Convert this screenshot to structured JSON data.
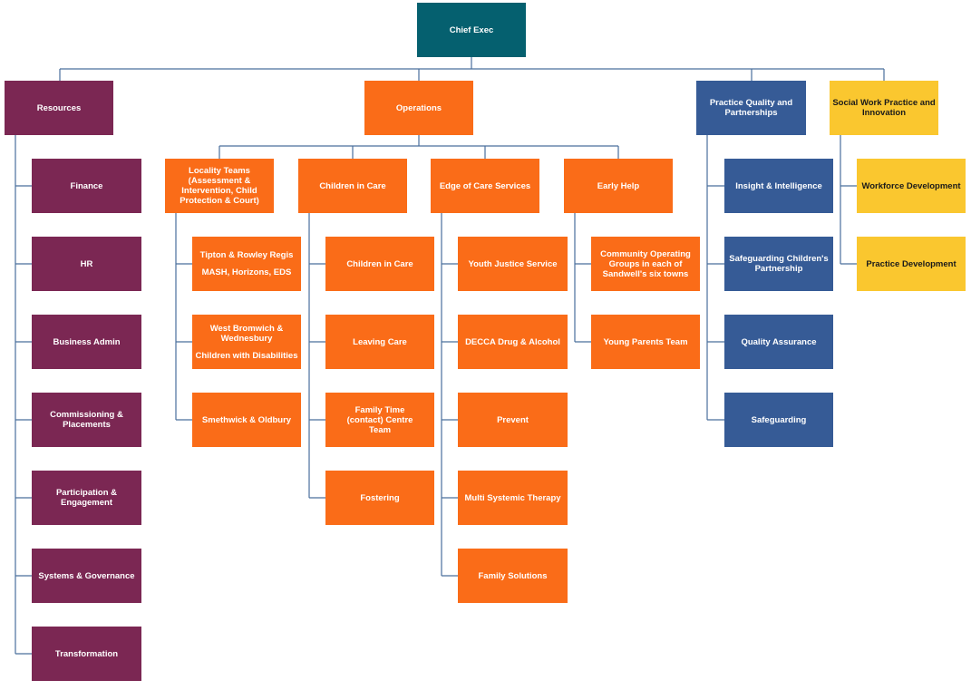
{
  "colors": {
    "chief": "#05606f",
    "resources": "#7b2753",
    "operations": "#fa6c18",
    "practice": "#365b96",
    "social_work": "#fac72f",
    "connector": "#4a6f9c"
  },
  "chief": {
    "label": "Chief Exec"
  },
  "resources": {
    "label": "Resources",
    "items": [
      "Finance",
      "HR",
      "Business Admin",
      "Commissioning & Placements",
      "Participation & Engagement",
      "Systems & Governance",
      "Transformation"
    ]
  },
  "operations": {
    "label": "Operations",
    "locality": {
      "label_line1": "Locality Teams",
      "label_line2": "(Assessment & Intervention, Child Protection & Court)",
      "items": [
        {
          "line1": "Tipton & Rowley Regis",
          "line2": "MASH, Horizons, EDS"
        },
        {
          "line1": "West Bromwich & Wednesbury",
          "line2": "Children with Disabilities"
        },
        {
          "line1": "Smethwick & Oldbury",
          "line2": ""
        }
      ]
    },
    "children_in_care": {
      "label": "Children in Care",
      "items": [
        "Children in Care",
        "Leaving Care",
        "Family Time (contact) Centre Team",
        "Fostering"
      ]
    },
    "edge_of_care": {
      "label": "Edge of Care Services",
      "items": [
        "Youth Justice Service",
        "DECCA Drug & Alcohol",
        "Prevent",
        "Multi Systemic Therapy",
        "Family Solutions"
      ]
    },
    "early_help": {
      "label": "Early Help",
      "items": [
        "Community Operating Groups in each of Sandwell's six towns",
        "Young Parents Team"
      ]
    }
  },
  "practice": {
    "label": "Practice Quality and Partnerships",
    "items": [
      "Insight & Intelligence",
      "Safeguarding Children's Partnership",
      "Quality Assurance",
      "Safeguarding"
    ]
  },
  "social_work": {
    "label": "Social Work Practice and Innovation",
    "items": [
      "Workforce Development",
      "Practice Development"
    ]
  }
}
